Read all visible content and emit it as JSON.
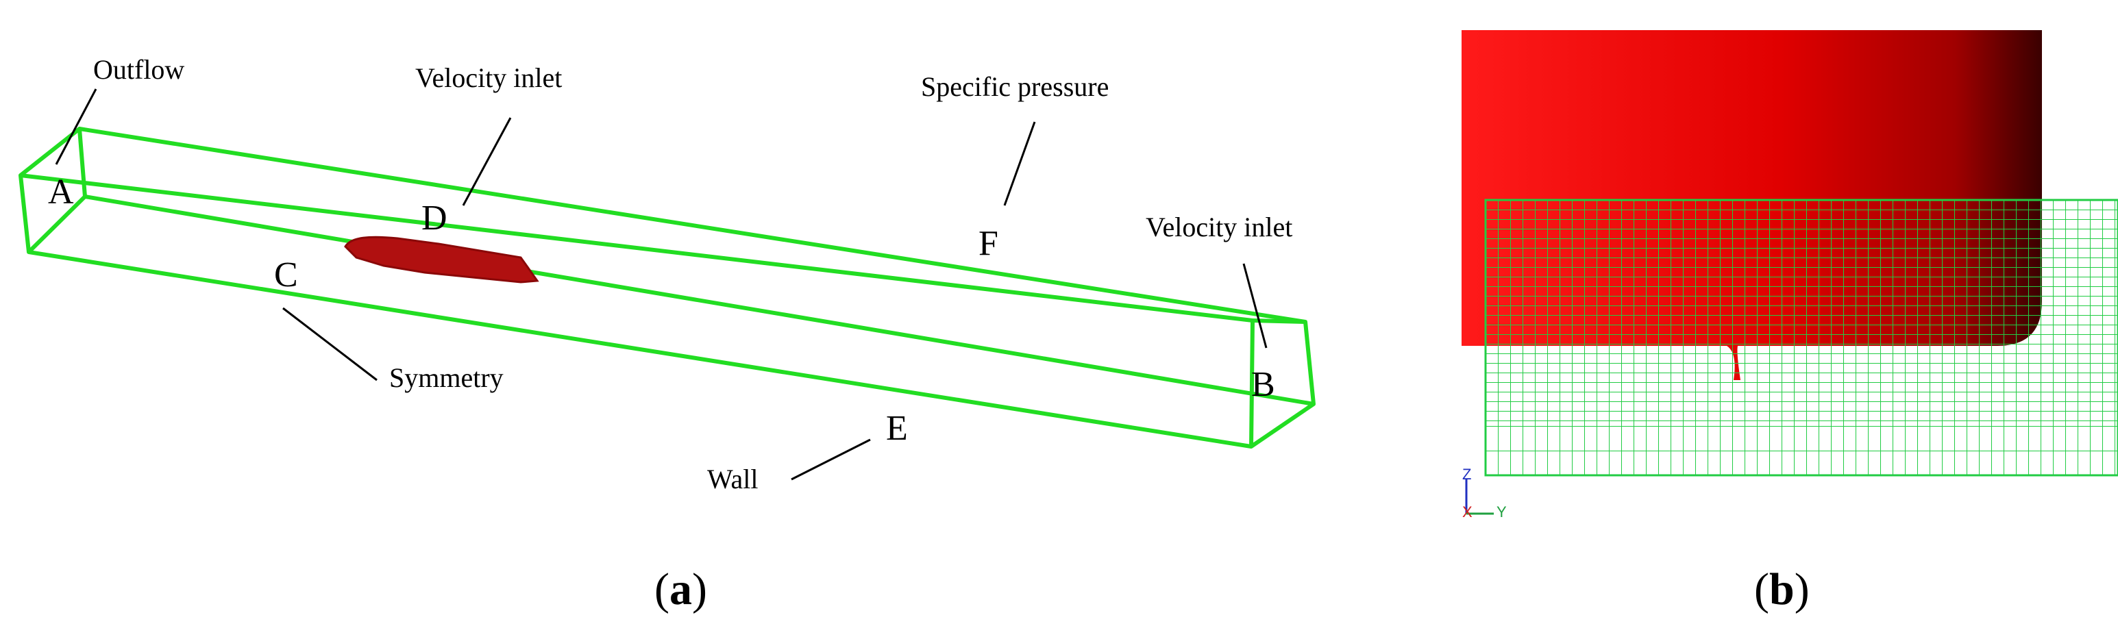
{
  "panel_a": {
    "caption_open": "(",
    "caption_letter": "a",
    "caption_close": ")",
    "labels": {
      "outflow": "Outflow",
      "velocity_inlet_top": "Velocity inlet",
      "specific_pressure": "Specific pressure",
      "velocity_inlet_right": "Velocity inlet",
      "symmetry": "Symmetry",
      "wall": "Wall"
    },
    "face_letters": {
      "a": "A",
      "b": "B",
      "c": "C",
      "d": "D",
      "e": "E",
      "f": "F"
    },
    "colors": {
      "domain_edges": "#22dd22",
      "hull": "#b01010"
    }
  },
  "panel_b": {
    "caption_open": "(",
    "caption_letter": "b",
    "caption_close": ")",
    "axes": {
      "z": "Z",
      "x": "X",
      "y": "Y"
    },
    "colors": {
      "hull_light": "#ff1a1a",
      "hull_dark": "#3a0000",
      "mesh": "#22cc44"
    }
  }
}
